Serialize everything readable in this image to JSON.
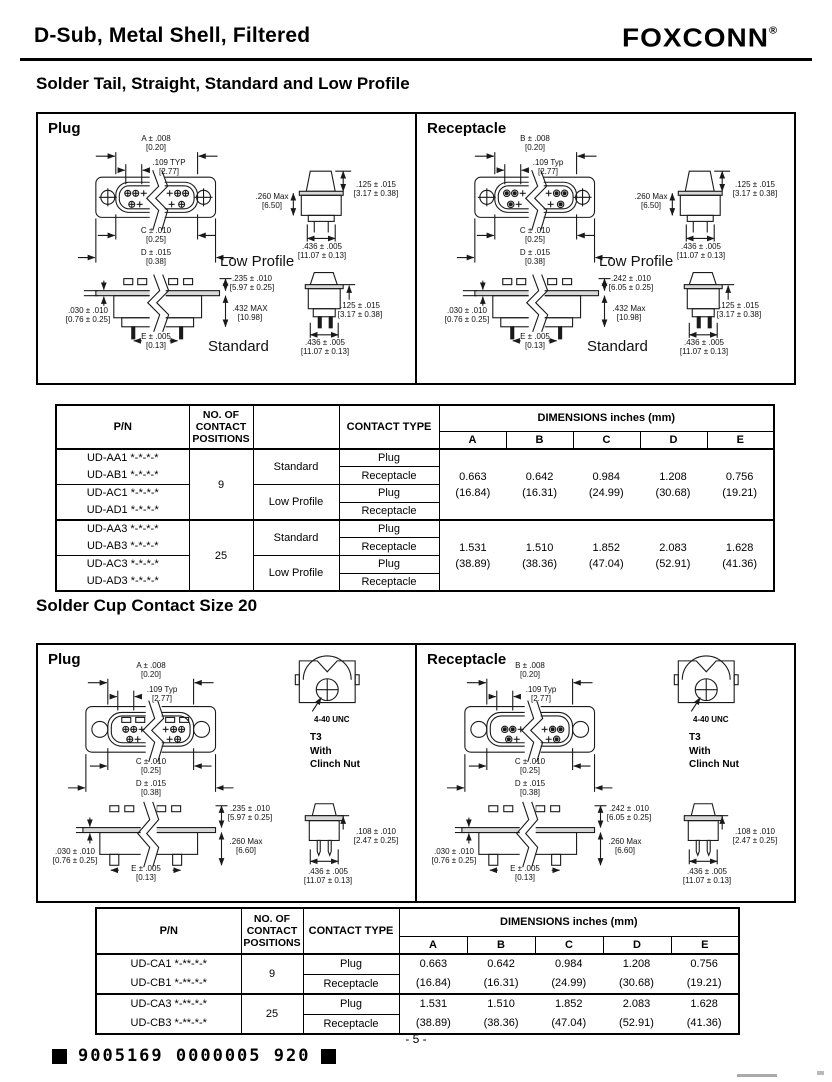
{
  "header": {
    "title": "D-Sub, Metal Shell, Filtered",
    "brand": "FOXCONN",
    "reg": "®"
  },
  "sections": {
    "s1": "Solder Tail, Straight, Standard and Low Profile",
    "s2": "Solder Cup Contact Size 20"
  },
  "fig1": {
    "plug": {
      "label": "Plug",
      "low_profile": "Low Profile",
      "standard": "Standard",
      "dims": {
        "a": {
          "in": "A ± .008",
          "mm": "[0.20]"
        },
        "typ": {
          "in": ".109 TYP",
          "mm": "[2.77]"
        },
        "c": {
          "in": "C ± .010",
          "mm": "[0.25]"
        },
        "d": {
          "in": "D ± .015",
          "mm": "[0.38]"
        },
        "h260": {
          "in": ".260 Max",
          "mm": "[6.50]"
        },
        "h125lp": {
          "in": ".125 ± .015",
          "mm": "[3.17 ± 0.38]"
        },
        "w436lp": {
          "in": ".436 ± .005",
          "mm": "[11.07 ± 0.13]"
        },
        "h235": {
          "in": ".235 ± .010",
          "mm": "[5.97 ± 0.25]"
        },
        "h432": {
          "in": ".432 MAX",
          "mm": "[10.98]"
        },
        "h030": {
          "in": ".030 ± .010",
          "mm": "[0.76 ± 0.25]"
        },
        "e": {
          "in": "E ± .005",
          "mm": "[0.13]"
        },
        "h125std": {
          "in": ".125 ± .015",
          "mm": "[3.17 ± 0.38]"
        },
        "w436std": {
          "in": ".436 ± .005",
          "mm": "[11.07 ± 0.13]"
        }
      }
    },
    "receptacle": {
      "label": "Receptacle",
      "low_profile": "Low Profile",
      "standard": "Standard",
      "dims": {
        "b": {
          "in": "B ± .008",
          "mm": "[0.20]"
        },
        "typ": {
          "in": ".109 Typ",
          "mm": "[2.77]"
        },
        "c": {
          "in": "C ± .010",
          "mm": "[0.25]"
        },
        "d": {
          "in": "D ± .015",
          "mm": "[0.38]"
        },
        "h260": {
          "in": ".260 Max",
          "mm": "[6.50]"
        },
        "h125lp": {
          "in": ".125 ± .015",
          "mm": "[3.17 ± 0.38]"
        },
        "w436lp": {
          "in": ".436 ± .005",
          "mm": "[11.07 ± 0.13]"
        },
        "h242": {
          "in": ".242 ± .010",
          "mm": "[6.05 ± 0.25]"
        },
        "h432": {
          "in": ".432 Max",
          "mm": "[10.98]"
        },
        "h030": {
          "in": ".030 ± .010",
          "mm": "[0.76 ± 0.25]"
        },
        "e": {
          "in": "E ± .005",
          "mm": "[0.13]"
        },
        "h125std": {
          "in": ".125 ± .015",
          "mm": "[3.17 ± 0.38]"
        },
        "w436std": {
          "in": ".436 ± .005",
          "mm": "[11.07 ± 0.13]"
        }
      }
    }
  },
  "fig2": {
    "plug": {
      "label": "Plug",
      "clinch": {
        "thread": "4-40 UNC",
        "t3": "T3",
        "with": "With",
        "nut": "Clinch Nut"
      },
      "dims": {
        "a": {
          "in": "A ± .008",
          "mm": "[0.20]"
        },
        "typ": {
          "in": ".109 Typ",
          "mm": "[2.77]"
        },
        "c": {
          "in": "C ± .010",
          "mm": "[0.25]"
        },
        "d": {
          "in": "D ± .015",
          "mm": "[0.38]"
        },
        "h235": {
          "in": ".235 ± .010",
          "mm": "[5.97 ± 0.25]"
        },
        "h260": {
          "in": ".260 Max",
          "mm": "[6.60]"
        },
        "h030": {
          "in": ".030 ± .010",
          "mm": "[0.76 ± 0.25]"
        },
        "e": {
          "in": "E ± .005",
          "mm": "[0.13]"
        },
        "h108": {
          "in": ".108 ± .010",
          "mm": "[2.47 ± 0.25]"
        },
        "w436": {
          "in": ".436 ± .005",
          "mm": "[11.07 ± 0.13]"
        }
      }
    },
    "receptacle": {
      "label": "Receptacle",
      "clinch": {
        "thread": "4-40 UNC",
        "t3": "T3",
        "with": "With",
        "nut": "Clinch Nut"
      },
      "dims": {
        "b": {
          "in": "B ± .008",
          "mm": "[0.20]"
        },
        "typ": {
          "in": ".109 Typ",
          "mm": "[2.77]"
        },
        "c": {
          "in": "C ± .010",
          "mm": "[0.25]"
        },
        "d": {
          "in": "D ± .015",
          "mm": "[0.38]"
        },
        "h242": {
          "in": ".242 ± .010",
          "mm": "[6.05 ± 0.25]"
        },
        "h260": {
          "in": ".260 Max",
          "mm": "[6.60]"
        },
        "h030": {
          "in": ".030 ± .010",
          "mm": "[0.76 ± 0.25]"
        },
        "e": {
          "in": "E ± .005",
          "mm": "[0.13]"
        },
        "h108": {
          "in": ".108 ± .010",
          "mm": "[2.47 ± 0.25]"
        },
        "w436": {
          "in": ".436 ± .005",
          "mm": "[11.07 ± 0.13]"
        }
      }
    }
  },
  "table1": {
    "headers": {
      "pn": "P/N",
      "positions": "NO. OF CONTACT POSITIONS",
      "profile": "",
      "contact_type": "CONTACT TYPE",
      "dimensions": "DIMENSIONS inches (mm)",
      "cols": [
        "A",
        "B",
        "C",
        "D",
        "E"
      ]
    },
    "groups": [
      {
        "pns": [
          "UD-AA1 *-*-*-*",
          "UD-AB1 *-*-*-*",
          "UD-AC1 *-*-*-*",
          "UD-AD1 *-*-*-*"
        ],
        "positions": "9",
        "profiles": [
          "Standard",
          "Low Profile"
        ],
        "contact_types": [
          "Plug",
          "Receptacle",
          "Plug",
          "Receptacle"
        ],
        "dims_in": [
          "0.663",
          "0.642",
          "0.984",
          "1.208",
          "0.756"
        ],
        "dims_mm": [
          "(16.84)",
          "(16.31)",
          "(24.99)",
          "(30.68)",
          "(19.21)"
        ]
      },
      {
        "pns": [
          "UD-AA3 *-*-*-*",
          "UD-AB3 *-*-*-*",
          "UD-AC3 *-*-*-*",
          "UD-AD3 *-*-*-*"
        ],
        "positions": "25",
        "profiles": [
          "Standard",
          "Low Profile"
        ],
        "contact_types": [
          "Plug",
          "Receptacle",
          "Plug",
          "Receptacle"
        ],
        "dims_in": [
          "1.531",
          "1.510",
          "1.852",
          "2.083",
          "1.628"
        ],
        "dims_mm": [
          "(38.89)",
          "(38.36)",
          "(47.04)",
          "(52.91)",
          "(41.36)"
        ]
      }
    ]
  },
  "table2": {
    "headers": {
      "pn": "P/N",
      "positions": "NO. OF CONTACT POSITIONS",
      "contact_type": "CONTACT TYPE",
      "dimensions": "DIMENSIONS inches (mm)",
      "cols": [
        "A",
        "B",
        "C",
        "D",
        "E"
      ]
    },
    "groups": [
      {
        "pns": [
          "UD-CA1 *-**-*-*",
          "UD-CB1 *-**-*-*"
        ],
        "positions": "9",
        "contact_types": [
          "Plug",
          "Receptacle"
        ],
        "dims_in": [
          "0.663",
          "0.642",
          "0.984",
          "1.208",
          "0.756"
        ],
        "dims_mm": [
          "(16.84)",
          "(16.31)",
          "(24.99)",
          "(30.68)",
          "(19.21)"
        ]
      },
      {
        "pns": [
          "UD-CA3 *-**-*-*",
          "UD-CB3 *-**-*-*"
        ],
        "positions": "25",
        "contact_types": [
          "Plug",
          "Receptacle"
        ],
        "dims_in": [
          "1.531",
          "1.510",
          "1.852",
          "2.083",
          "1.628"
        ],
        "dims_mm": [
          "(38.89)",
          "(38.36)",
          "(47.04)",
          "(52.91)",
          "(41.36)"
        ]
      }
    ]
  },
  "footer": {
    "page": "- 5 -",
    "code": "9005169 0000005 920"
  }
}
